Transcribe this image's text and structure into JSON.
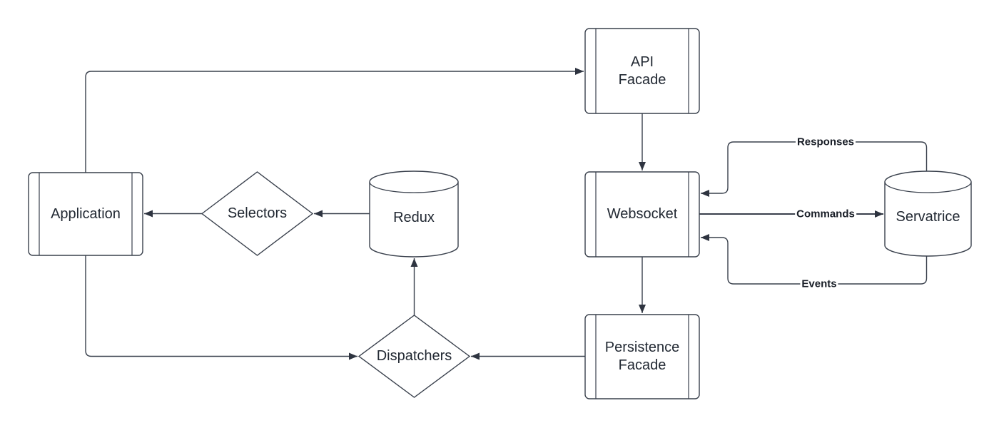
{
  "diagram": {
    "colors": {
      "stroke": "#39404c",
      "arrowhead": "#2e3440",
      "node_text": "#222933",
      "edge_label_text": "#181d26",
      "background": "#ffffff",
      "shape_fill": "#ffffff"
    },
    "nodes": {
      "application": {
        "label": "Application",
        "shape": "process"
      },
      "selectors": {
        "label": "Selectors",
        "shape": "diamond"
      },
      "redux": {
        "label": "Redux",
        "shape": "cylinder"
      },
      "api_facade": {
        "label": "API\nFacade",
        "shape": "process"
      },
      "websocket": {
        "label": "Websocket",
        "shape": "process"
      },
      "servatrice": {
        "label": "Servatrice",
        "shape": "cylinder"
      },
      "persistence_facade": {
        "label": "Persistence\nFacade",
        "shape": "process"
      },
      "dispatchers": {
        "label": "Dispatchers",
        "shape": "diamond"
      }
    },
    "edges": [
      {
        "from": "application",
        "to": "api_facade",
        "label": ""
      },
      {
        "from": "api_facade",
        "to": "websocket",
        "label": ""
      },
      {
        "from": "websocket",
        "to": "persistence_facade",
        "label": ""
      },
      {
        "from": "persistence_facade",
        "to": "dispatchers",
        "label": ""
      },
      {
        "from": "dispatchers",
        "to": "redux",
        "label": ""
      },
      {
        "from": "redux",
        "to": "selectors",
        "label": ""
      },
      {
        "from": "selectors",
        "to": "application",
        "label": ""
      },
      {
        "from": "application",
        "to": "dispatchers",
        "label": ""
      },
      {
        "from": "websocket",
        "to": "servatrice",
        "label": "Commands"
      },
      {
        "from": "servatrice",
        "to": "websocket",
        "label": "Responses"
      },
      {
        "from": "servatrice",
        "to": "websocket",
        "label": "Events"
      }
    ]
  }
}
